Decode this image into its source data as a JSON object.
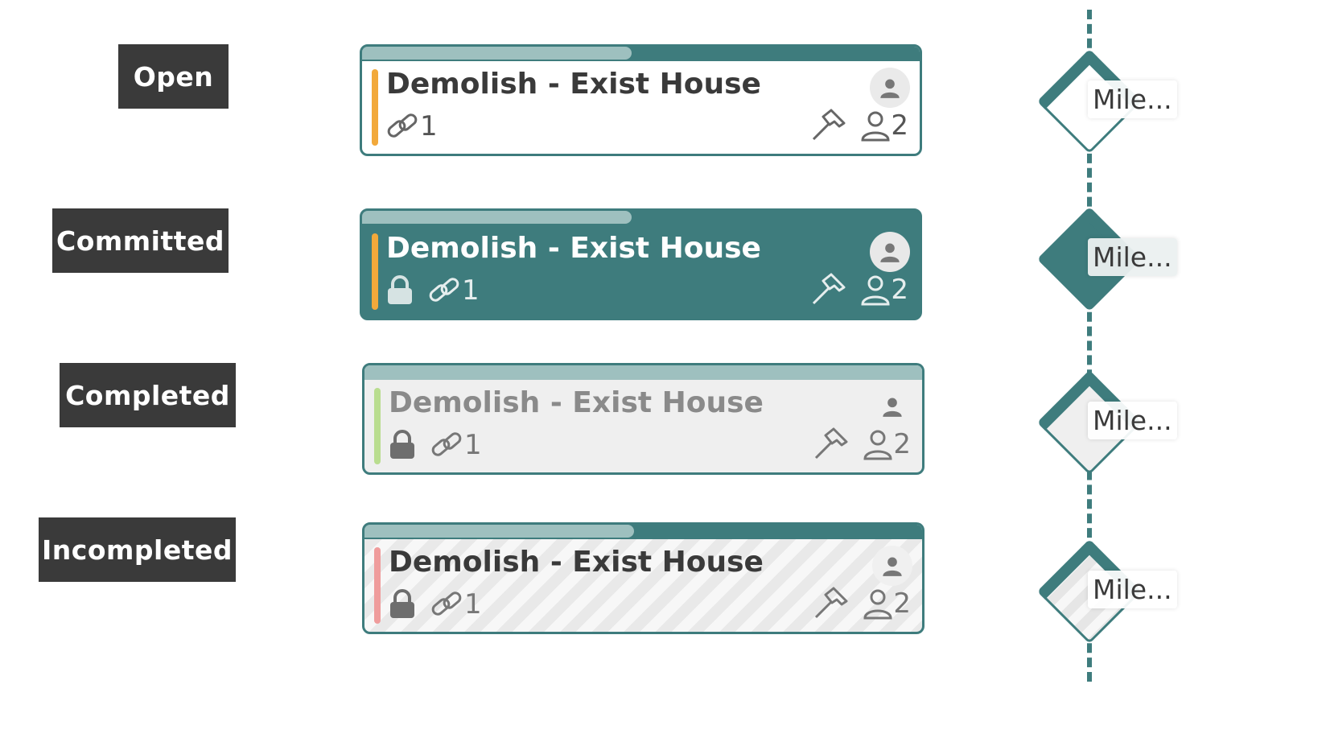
{
  "states": [
    {
      "label": "Open"
    },
    {
      "label": "Committed"
    },
    {
      "label": "Completed"
    },
    {
      "label": "Incompleted"
    }
  ],
  "task": {
    "title": "Demolish - Exist House",
    "links": "1",
    "people": "2"
  },
  "milestone": {
    "label": "Mile..."
  },
  "colors": {
    "teal": "#3e7c7d",
    "progress": "#9ec0bf",
    "accent_open": "#f2a93b",
    "accent_committed": "#f2a93b",
    "accent_completed": "#b9dd8f",
    "accent_incompleted": "#ef9c9c",
    "label_bg": "#3a3a3a"
  },
  "icons": [
    "person-icon",
    "link-icon",
    "lock-icon",
    "hammer-icon",
    "people-icon"
  ]
}
